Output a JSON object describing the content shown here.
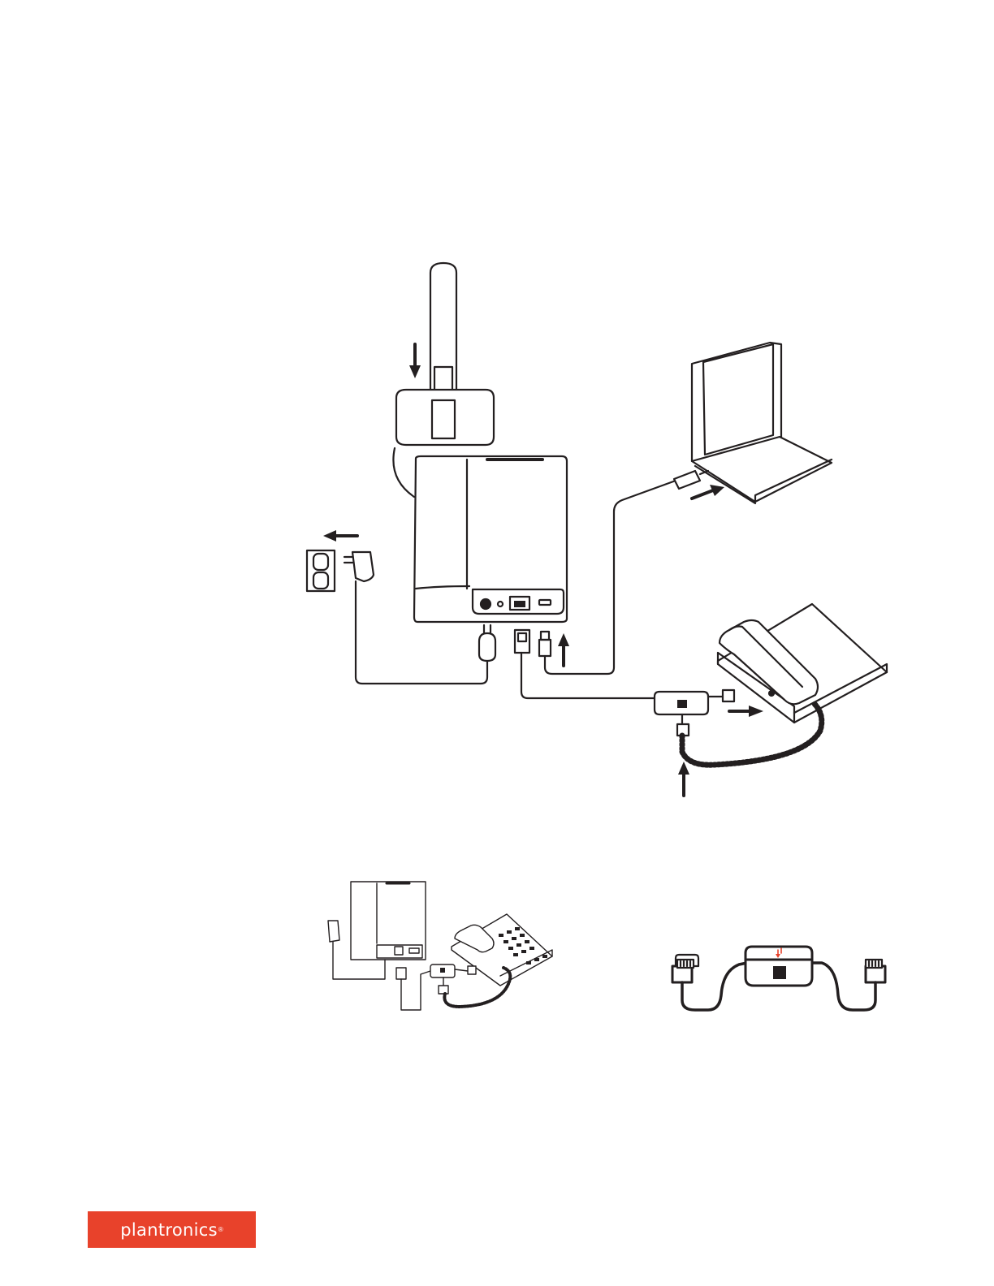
{
  "brand": {
    "name": "plantronics",
    "mark": "®",
    "color": "#e8422b"
  },
  "colors": {
    "line": "#231f20",
    "accent": "#e8422b",
    "background": "#ffffff"
  },
  "figures": {
    "main": {
      "components": [
        "antenna",
        "base-station",
        "laptop",
        "desk-phone",
        "power-outlet",
        "ac-adapter",
        "usb-cable",
        "telephone-interface-cable",
        "coiled-handset-cord"
      ]
    },
    "thumbnail": {
      "components": [
        "base-station",
        "desk-phone",
        "ac-adapter",
        "telephone-interface-cable"
      ]
    },
    "cable_detail": {
      "components": [
        "telephone-interface-cable"
      ]
    }
  }
}
